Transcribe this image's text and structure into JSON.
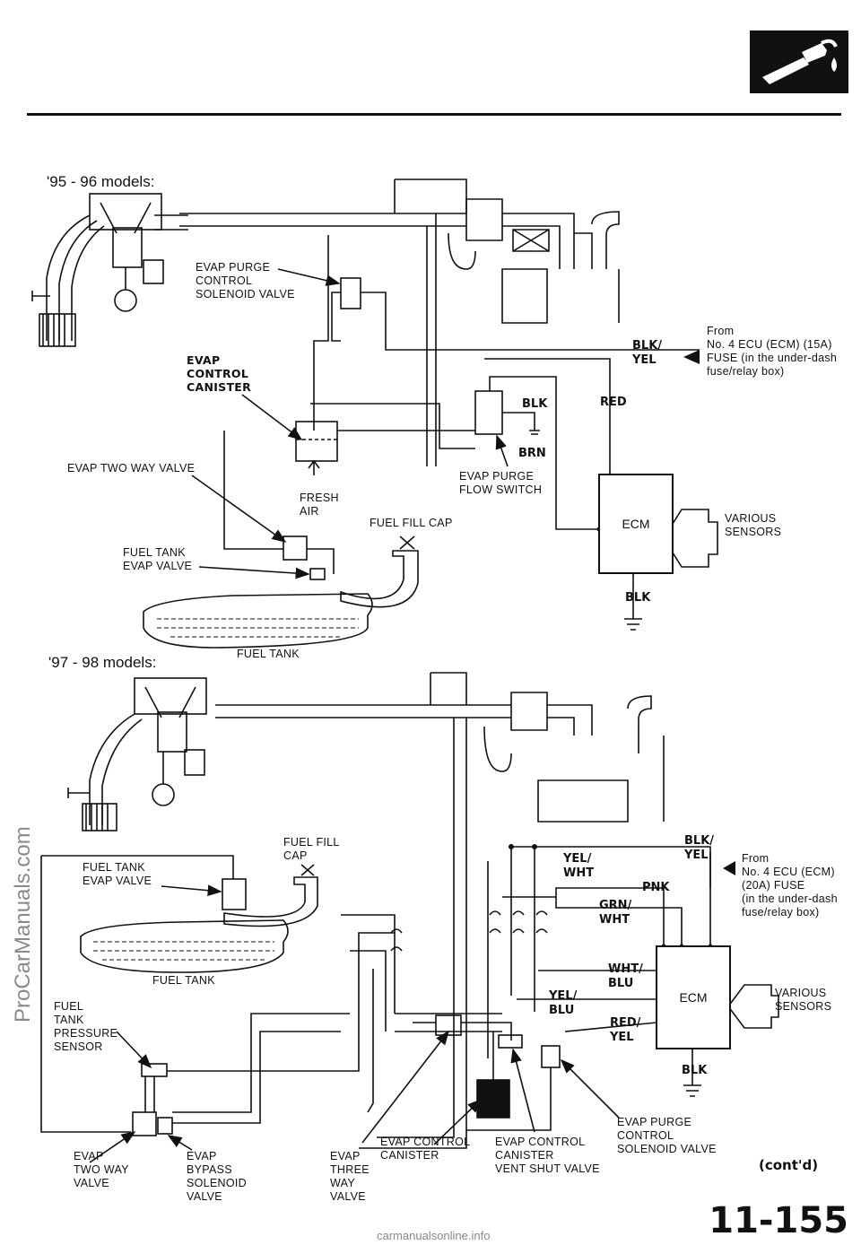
{
  "header": {
    "icon": "fuel-nozzle-icon"
  },
  "sections": {
    "s1": {
      "title": "'95 - 96 models:"
    },
    "s2": {
      "title": "'97 - 98 models:"
    }
  },
  "labels95": {
    "purge_solenoid": "EVAP PURGE\nCONTROL\nSOLENOID VALVE",
    "canister": "EVAP\nCONTROL\nCANISTER",
    "two_way": "EVAP TWO WAY VALVE",
    "fresh_air": "FRESH\nAIR",
    "purge_flow": "EVAP PURGE\nFLOW SWITCH",
    "fill_cap": "FUEL FILL CAP",
    "tank_valve": "FUEL TANK\nEVAP VALVE",
    "fuel_tank": "FUEL TANK",
    "from": "From\nNo. 4 ECU (ECM) (15A)\nFUSE (in the under-dash\nfuse/relay box)",
    "ecm": "ECM",
    "sensors": "VARIOUS\nSENSORS",
    "wire_blkyel": "BLK/\nYEL",
    "wire_red": "RED",
    "wire_blk_sw": "BLK",
    "wire_brn": "BRN",
    "wire_blk_gnd": "BLK"
  },
  "labels97": {
    "fill_cap": "FUEL FILL\nCAP",
    "tank_valve": "FUEL TANK\nEVAP VALVE",
    "fuel_tank": "FUEL TANK",
    "pressure_sensor": "FUEL\nTANK\nPRESSURE\nSENSOR",
    "two_way": "EVAP\nTWO WAY\nVALVE",
    "bypass": "EVAP\nBYPASS\nSOLENOID\nVALVE",
    "three_way": "EVAP\nTHREE\nWAY\nVALVE",
    "canister": "EVAP CONTROL\nCANISTER",
    "vent_shut": "EVAP CONTROL\nCANISTER\nVENT SHUT VALVE",
    "purge_solenoid": "EVAP PURGE\nCONTROL\nSOLENOID VALVE",
    "from": "From\nNo. 4 ECU (ECM)\n(20A) FUSE\n(in the under-dash\nfuse/relay box)",
    "ecm": "ECM",
    "sensors": "VARIOUS\nSENSORS",
    "wire_blkyel": "BLK/\nYEL",
    "wire_yelwht": "YEL/\nWHT",
    "wire_pnk": "PNK",
    "wire_grnwht": "GRN/\nWHT",
    "wire_whtblu": "WHT/\nBLU",
    "wire_yelblu": "YEL/\nBLU",
    "wire_redyel": "RED/\nYEL",
    "wire_blk": "BLK"
  },
  "footer": {
    "contd": "(cont'd)",
    "page": "11-155",
    "watermark": "ProCarManuals.com",
    "site": "carmanualsonline.info"
  }
}
